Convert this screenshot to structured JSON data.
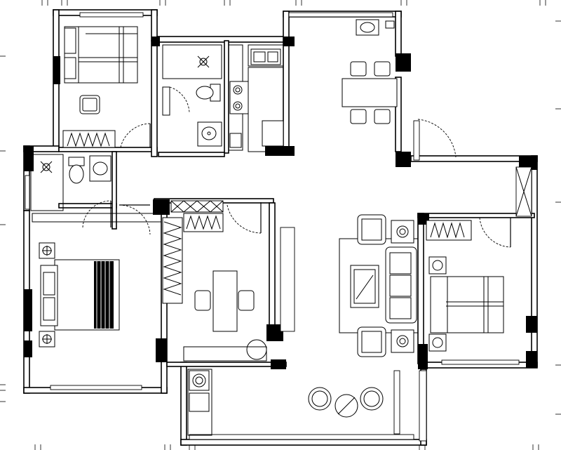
{
  "plan": {
    "type": "residential floor plan",
    "background": "#ffffff",
    "line_color": "#000000",
    "rooms": [
      {
        "id": "bedroom-top-left"
      },
      {
        "id": "bathroom-top"
      },
      {
        "id": "kitchen"
      },
      {
        "id": "dining-area"
      },
      {
        "id": "bathroom-left"
      },
      {
        "id": "master-bedroom"
      },
      {
        "id": "study"
      },
      {
        "id": "living-room"
      },
      {
        "id": "bedroom-right"
      },
      {
        "id": "balcony"
      }
    ],
    "icons": [
      "bed-icon",
      "toilet-icon",
      "sink-icon",
      "shower-icon",
      "stove-icon",
      "dining-table-icon",
      "sofa-icon",
      "armchair-icon",
      "wardrobe-icon",
      "door-swing-icon"
    ]
  }
}
